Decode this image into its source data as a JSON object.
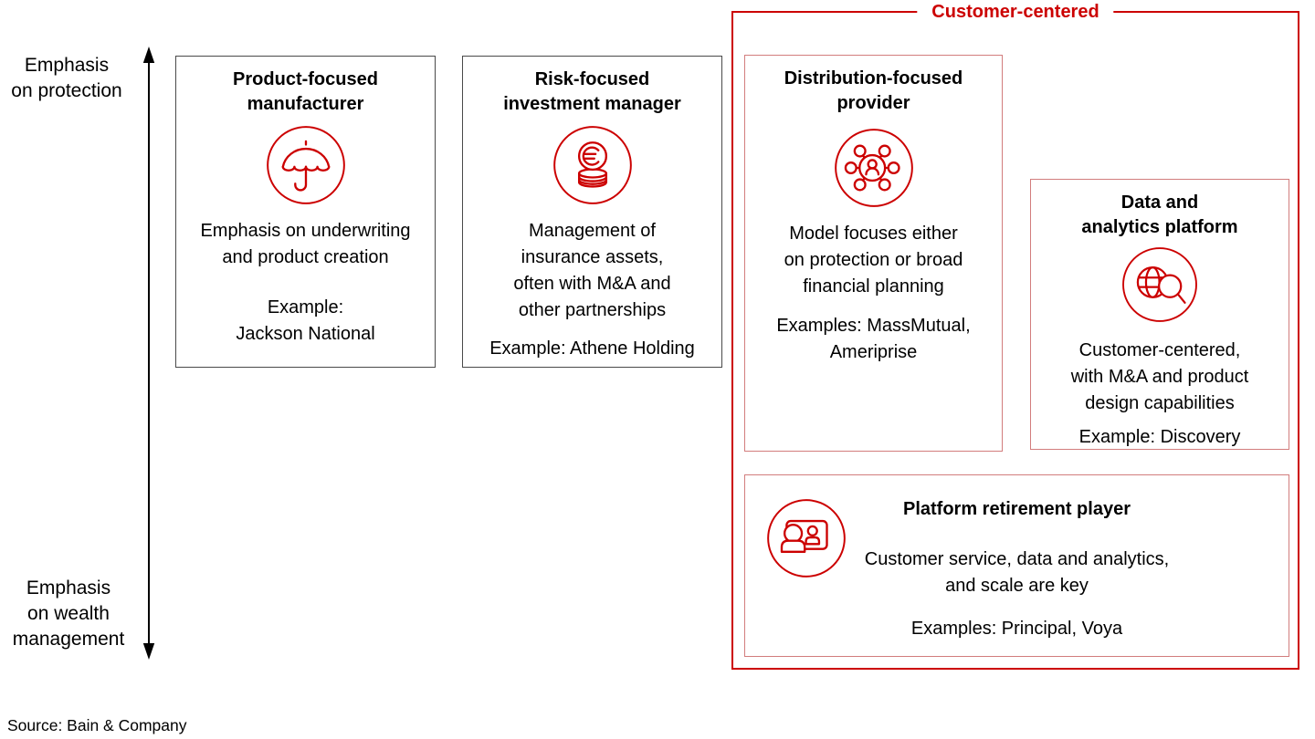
{
  "meta": {
    "colors": {
      "accent_red": "#cc0000",
      "light_red_border": "#d27d7d",
      "gray_border": "#4a4a4a",
      "text": "#000000"
    }
  },
  "axis": {
    "top_label": "Emphasis\non protection",
    "bottom_label": "Emphasis\non wealth\nmanagement"
  },
  "group": {
    "label": "Customer-centered"
  },
  "boxes": [
    {
      "title": "Product-focused\nmanufacturer",
      "icon": "umbrella-icon",
      "description": "Emphasis on underwriting\nand product creation",
      "example": "Example:\nJackson National"
    },
    {
      "title": "Risk-focused\ninvestment manager",
      "icon": "euro-coins-icon",
      "description": "Management of\ninsurance assets,\noften with M&A and\nother partnerships",
      "example": "Example: Athene Holding"
    },
    {
      "title": "Distribution-focused\nprovider",
      "icon": "distribution-network-icon",
      "description": "Model focuses either\non protection or broad\nfinancial planning",
      "example": "Examples: MassMutual,\nAmeriprise"
    },
    {
      "title": "Data and\nanalytics platform",
      "icon": "globe-search-icon",
      "description": "Customer-centered,\nwith M&A and product\ndesign capabilities",
      "example": "Example: Discovery"
    },
    {
      "title": "Platform retirement player",
      "icon": "people-presentation-icon",
      "description": "Customer service, data and analytics,\nand scale are key",
      "example": "Examples: Principal, Voya"
    }
  ],
  "footer": {
    "source": "Source: Bain & Company"
  }
}
